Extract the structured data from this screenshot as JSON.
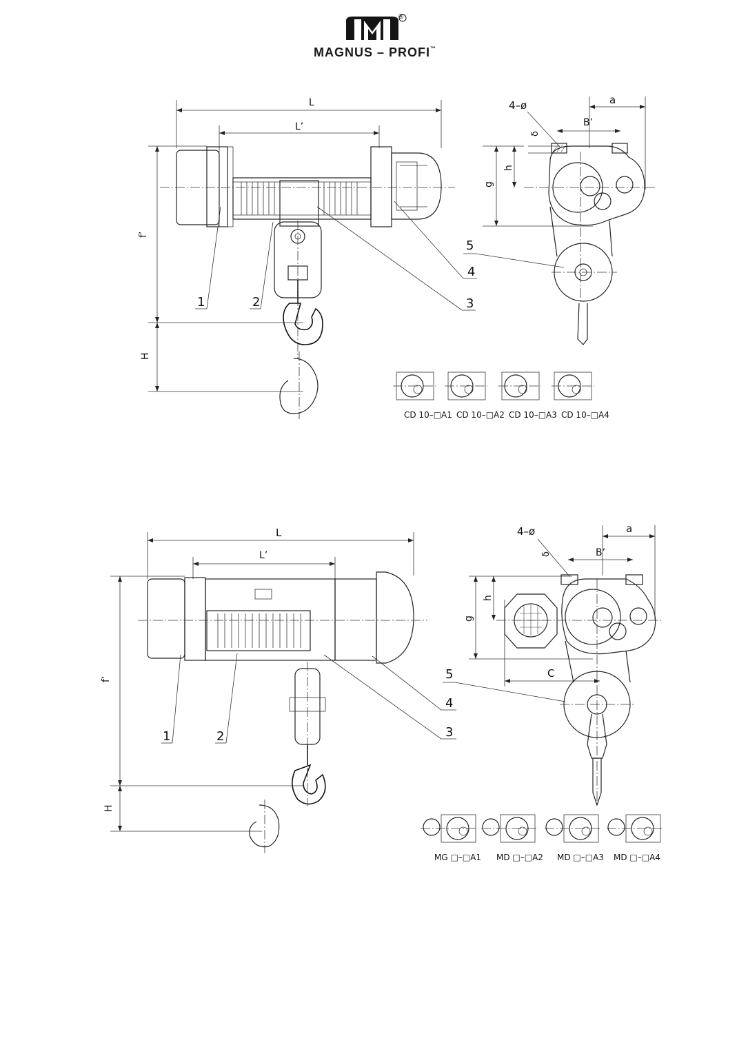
{
  "brand": {
    "name": "MAGNUS – PROFI",
    "registered_mark": "®",
    "trademark": "™"
  },
  "diagram_top": {
    "dimensions": {
      "L": "L",
      "L_prime": "L’",
      "f_prime": "f’",
      "H": "H",
      "a": "a",
      "B_prime": "B’",
      "hole": "4–ø",
      "delta": "δ",
      "h": "h",
      "g": "g"
    },
    "callouts": [
      "1",
      "2",
      "3",
      "4",
      "5"
    ],
    "variants": [
      "CD 10–□A1",
      "CD 10–□A2",
      "CD 10–□A3",
      "CD 10–□A4"
    ]
  },
  "diagram_bottom": {
    "dimensions": {
      "L": "L",
      "L_prime": "L’",
      "f_prime": "f’",
      "H": "H",
      "a": "a",
      "B_prime": "B’",
      "hole": "4–ø",
      "delta": "δ",
      "h": "h",
      "g": "g",
      "C": "C"
    },
    "callouts": [
      "1",
      "2",
      "3",
      "4",
      "5"
    ],
    "variants": [
      "MG □–□A1",
      "MD □–□A2",
      "MD □–□A3",
      "MD □–□A4"
    ]
  }
}
